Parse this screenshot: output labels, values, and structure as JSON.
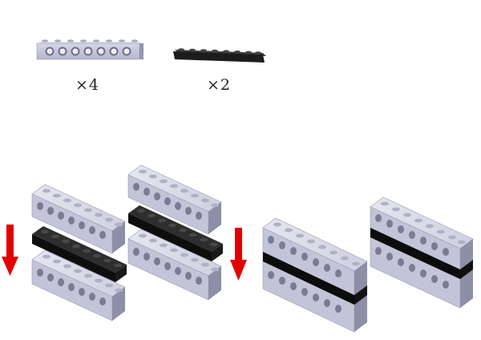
{
  "parts": [
    {
      "name": "technic-brick-1x8",
      "color": "#c4c4d6",
      "quantity_label": "×4"
    },
    {
      "name": "plate-1x8",
      "color": "#262626",
      "quantity_label": "×2"
    }
  ],
  "colors": {
    "brick_face": "#c8c8da",
    "brick_side": "#8f8fa6",
    "brick_top": "#dcdcea",
    "plate_top": "#3a3a3a",
    "plate_side": "#141414",
    "arrow": "#e00000"
  },
  "steps": [
    {
      "name": "stack-1",
      "arrow": "down"
    },
    {
      "name": "stack-2",
      "arrow": "down"
    },
    {
      "name": "assembled-1"
    },
    {
      "name": "assembled-2"
    }
  ]
}
